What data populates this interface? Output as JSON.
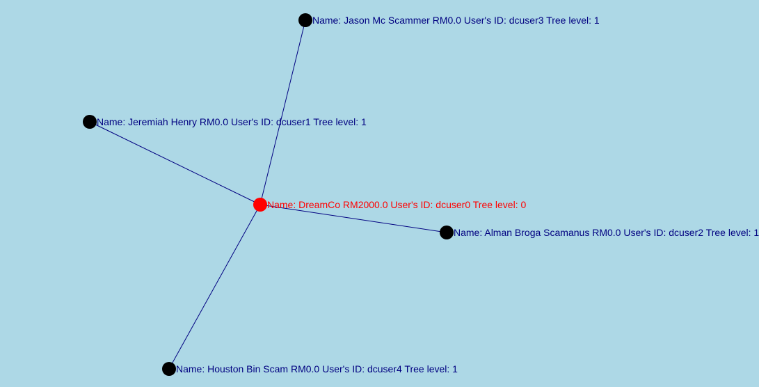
{
  "colors": {
    "background": "#add8e6",
    "edge": "#000080",
    "label": "#000080",
    "node": "#000000",
    "root_node": "#ff0000",
    "root_label": "#ff0000"
  },
  "nodes": [
    {
      "id": "dcuser0",
      "label": "Name: DreamCo  RM2000.0 User's ID: dcuser0 Tree level: 0",
      "root": true
    },
    {
      "id": "dcuser3",
      "label": "Name: Jason Mc Scammer  RM0.0 User's ID: dcuser3 Tree level: 1"
    },
    {
      "id": "dcuser1",
      "label": "Name: Jeremiah Henry  RM0.0 User's ID: dcuser1 Tree level: 1"
    },
    {
      "id": "dcuser2",
      "label": "Name: Alman Broga Scamanus  RM0.0 User's ID: dcuser2 Tree level: 1"
    },
    {
      "id": "dcuser4",
      "label": "Name: Houston Bin Scam  RM0.0 User's ID: dcuser4 Tree level: 1"
    }
  ],
  "edges": [
    [
      "dcuser0",
      "dcuser3"
    ],
    [
      "dcuser0",
      "dcuser1"
    ],
    [
      "dcuser0",
      "dcuser2"
    ],
    [
      "dcuser0",
      "dcuser4"
    ]
  ]
}
